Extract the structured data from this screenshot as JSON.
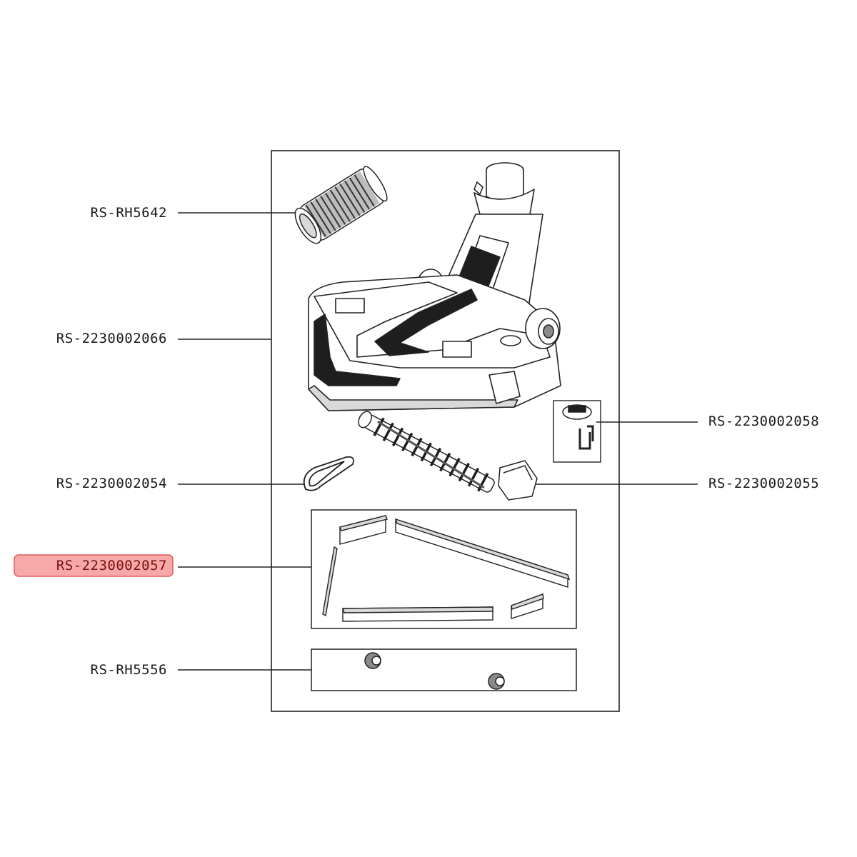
{
  "parts": [
    {
      "id": "hose",
      "code": "RS-RH5642"
    },
    {
      "id": "nozzle",
      "code": "RS-2230002066"
    },
    {
      "id": "clip",
      "code": "RS-2230002058"
    },
    {
      "id": "belt",
      "code": "RS-2230002054"
    },
    {
      "id": "brush",
      "code": "RS-2230002055"
    },
    {
      "id": "strips",
      "code": "RS-2230002057",
      "highlighted": true
    },
    {
      "id": "wheels",
      "code": "RS-RH5556"
    }
  ],
  "colors": {
    "line": "#222222",
    "highlight_fill": "#f7a8a8",
    "highlight_border": "#e05a5a",
    "shade": "#8a8a8a",
    "dark": "#1e1e1e"
  }
}
